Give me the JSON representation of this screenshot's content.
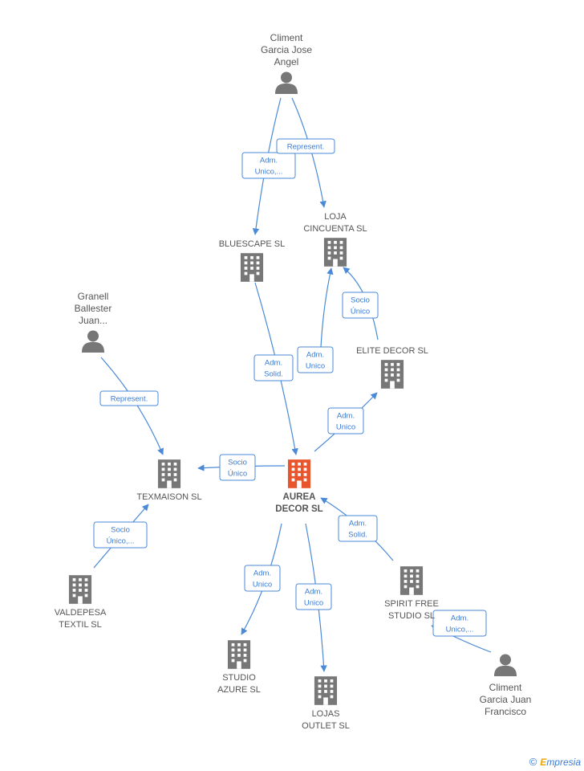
{
  "colors": {
    "edge": "#4a8ad8",
    "node": "#777777",
    "main_node": "#e8542c",
    "text": "#555555"
  },
  "nodes": {
    "climent_jose": {
      "lines": [
        "Climent",
        "Garcia Jose",
        "Angel"
      ],
      "icon": "person-icon"
    },
    "granell": {
      "lines": [
        "Granell",
        "Ballester",
        "Juan..."
      ],
      "icon": "person-icon"
    },
    "climent_juan": {
      "lines": [
        "Climent",
        "Garcia Juan",
        "Francisco"
      ],
      "icon": "person-icon"
    },
    "bluescape": {
      "lines": [
        "BLUESCAPE SL"
      ],
      "icon": "building-icon"
    },
    "loja": {
      "lines": [
        "LOJA",
        "CINCUENTA SL"
      ],
      "icon": "building-icon"
    },
    "elite": {
      "lines": [
        "ELITE DECOR SL"
      ],
      "icon": "building-icon"
    },
    "aurea": {
      "lines": [
        "AUREA",
        "DECOR SL"
      ],
      "icon": "building-icon"
    },
    "texmaison": {
      "lines": [
        "TEXMAISON SL"
      ],
      "icon": "building-icon"
    },
    "valdepesa": {
      "lines": [
        "VALDEPESA",
        "TEXTIL SL"
      ],
      "icon": "building-icon"
    },
    "studio_azure": {
      "lines": [
        "STUDIO",
        "AZURE SL"
      ],
      "icon": "building-icon"
    },
    "lojas_outlet": {
      "lines": [
        "LOJAS",
        "OUTLET SL"
      ],
      "icon": "building-icon"
    },
    "spirit_free": {
      "lines": [
        "SPIRIT FREE",
        "STUDIO  SL"
      ],
      "icon": "building-icon"
    }
  },
  "edges": [
    {
      "from": "climent_jose",
      "to": "bluescape",
      "lines": [
        "Adm.",
        "Unico,..."
      ]
    },
    {
      "from": "climent_jose",
      "to": "loja",
      "lines": [
        "Represent."
      ]
    },
    {
      "from": "bluescape",
      "to": "aurea",
      "lines": [
        "Adm.",
        "Solid."
      ]
    },
    {
      "from": "aurea",
      "to": "loja",
      "lines": [
        "Adm.",
        "Unico"
      ]
    },
    {
      "from": "elite",
      "to": "loja",
      "lines": [
        "Socio",
        "Único"
      ]
    },
    {
      "from": "aurea",
      "to": "elite",
      "lines": [
        "Adm.",
        "Unico"
      ]
    },
    {
      "from": "granell",
      "to": "texmaison",
      "lines": [
        "Represent."
      ]
    },
    {
      "from": "aurea",
      "to": "texmaison",
      "lines": [
        "Socio",
        "Único"
      ]
    },
    {
      "from": "valdepesa",
      "to": "texmaison",
      "lines": [
        "Socio",
        "Único,..."
      ]
    },
    {
      "from": "aurea",
      "to": "studio_azure",
      "lines": [
        "Adm.",
        "Unico"
      ]
    },
    {
      "from": "aurea",
      "to": "lojas_outlet",
      "lines": [
        "Adm.",
        "Unico"
      ]
    },
    {
      "from": "spirit_free",
      "to": "aurea",
      "lines": [
        "Adm.",
        "Solid."
      ]
    },
    {
      "from": "climent_juan",
      "to": "spirit_free",
      "lines": [
        "Adm.",
        "Unico,..."
      ]
    }
  ],
  "footer": {
    "copyright": "©",
    "brand_initial": "E",
    "brand_rest": "mpresia"
  }
}
